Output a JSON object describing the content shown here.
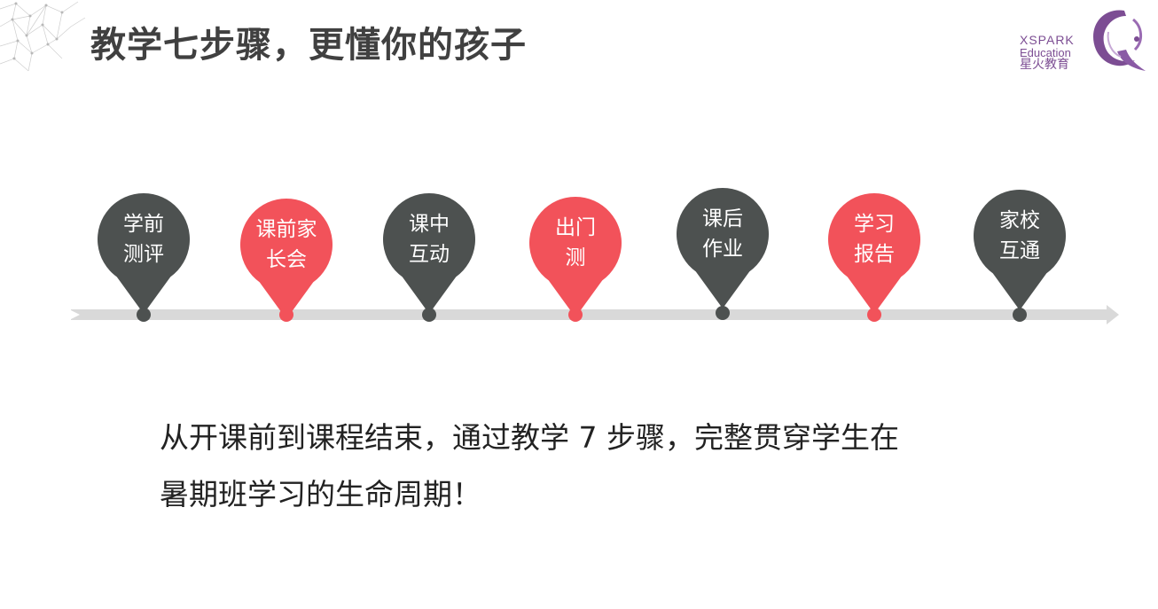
{
  "title": "教学七步骤，更懂你的孩子",
  "logo": {
    "brand": "XSPARK",
    "sub": "Education",
    "cn": "星火教育"
  },
  "colors": {
    "dark": "#4d5150",
    "accent": "#f2525a",
    "track": "#d9d9d9"
  },
  "steps": [
    {
      "label": "学前\n测评",
      "tone": "dark"
    },
    {
      "label": "课前家\n长会",
      "tone": "accent"
    },
    {
      "label": "课中\n互动",
      "tone": "dark"
    },
    {
      "label": "出门\n测",
      "tone": "accent"
    },
    {
      "label": "课后\n作业",
      "tone": "dark"
    },
    {
      "label": "学习\n报告",
      "tone": "accent"
    },
    {
      "label": "家校\n互通",
      "tone": "dark"
    }
  ],
  "summary": {
    "line1": "从开课前到课程结束，通过教学 7 步骤，完整贯穿学生在",
    "line2": "暑期班学习的生命周期！"
  }
}
